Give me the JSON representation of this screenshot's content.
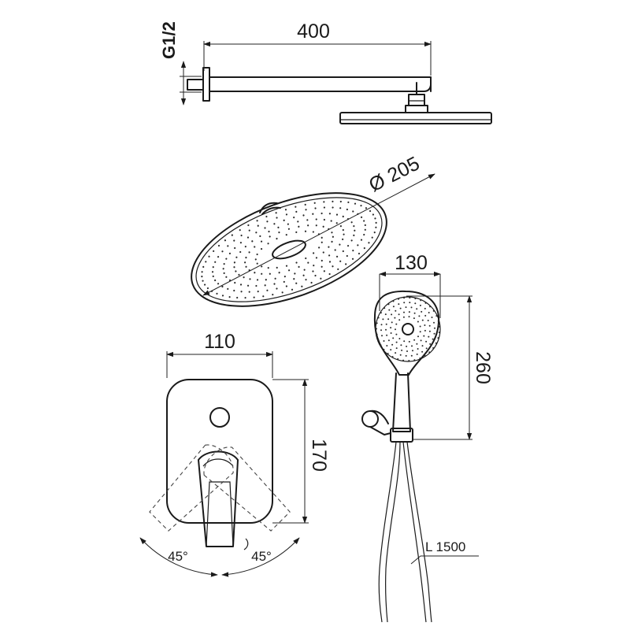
{
  "labels": {
    "thread": "G1/2",
    "arm_length": "400",
    "head_diameter": "Ø 205",
    "hand_width": "130",
    "hand_length": "260",
    "plate_width": "110",
    "plate_height": "170",
    "angle_left": "45°",
    "angle_right": "45°",
    "hose_length": "L 1500"
  }
}
